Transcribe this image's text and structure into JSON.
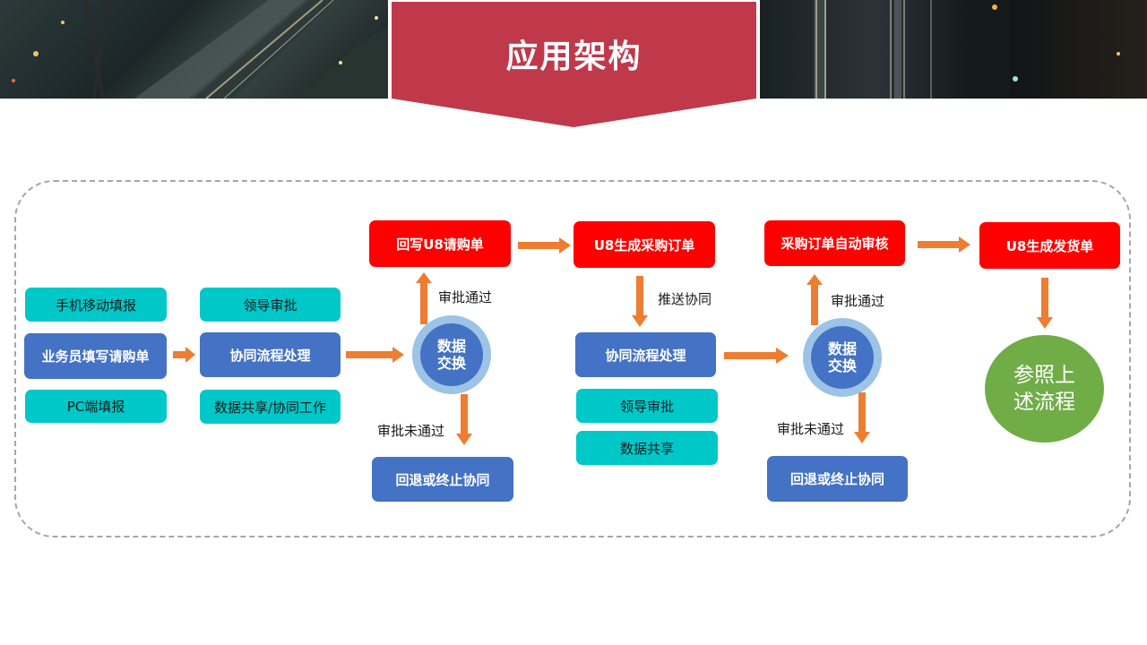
{
  "header": {
    "title": "应用架构"
  },
  "colors": {
    "banner": "#c0394b",
    "red_box": "#ff0000",
    "blue_box": "#4472c4",
    "cyan_box": "#00c8c8",
    "arrow": "#ed7d31",
    "circle_ring": "#9dc3e6",
    "green_circle": "#70ad47"
  },
  "diagram": {
    "left_column": {
      "mobile": "手机移动填报",
      "salesman": "业务员填写请购单",
      "pc": "PC端填报"
    },
    "second_column": {
      "leader_approve": "领导审批",
      "collab_process": "协同流程处理",
      "data_share": "数据共享/协同工作"
    },
    "exchange_1": {
      "label": "数据\n交换",
      "approved": "审批通过",
      "rejected": "审批未通过",
      "writeback": "回写U8请购单",
      "rollback": "回退或终止协同"
    },
    "middle": {
      "generate_po": "U8生成采购订单",
      "push": "推送协同",
      "collab_process": "协同流程处理",
      "leader_approve": "领导审批",
      "data_share": "数据共享"
    },
    "exchange_2": {
      "label": "数据\n交换",
      "approved": "审批通过",
      "rejected": "审批未通过",
      "auto_audit": "采购订单自动审核",
      "rollback": "回退或终止协同"
    },
    "right": {
      "delivery": "U8生成发货单",
      "reference": "参照上\n述流程"
    }
  }
}
